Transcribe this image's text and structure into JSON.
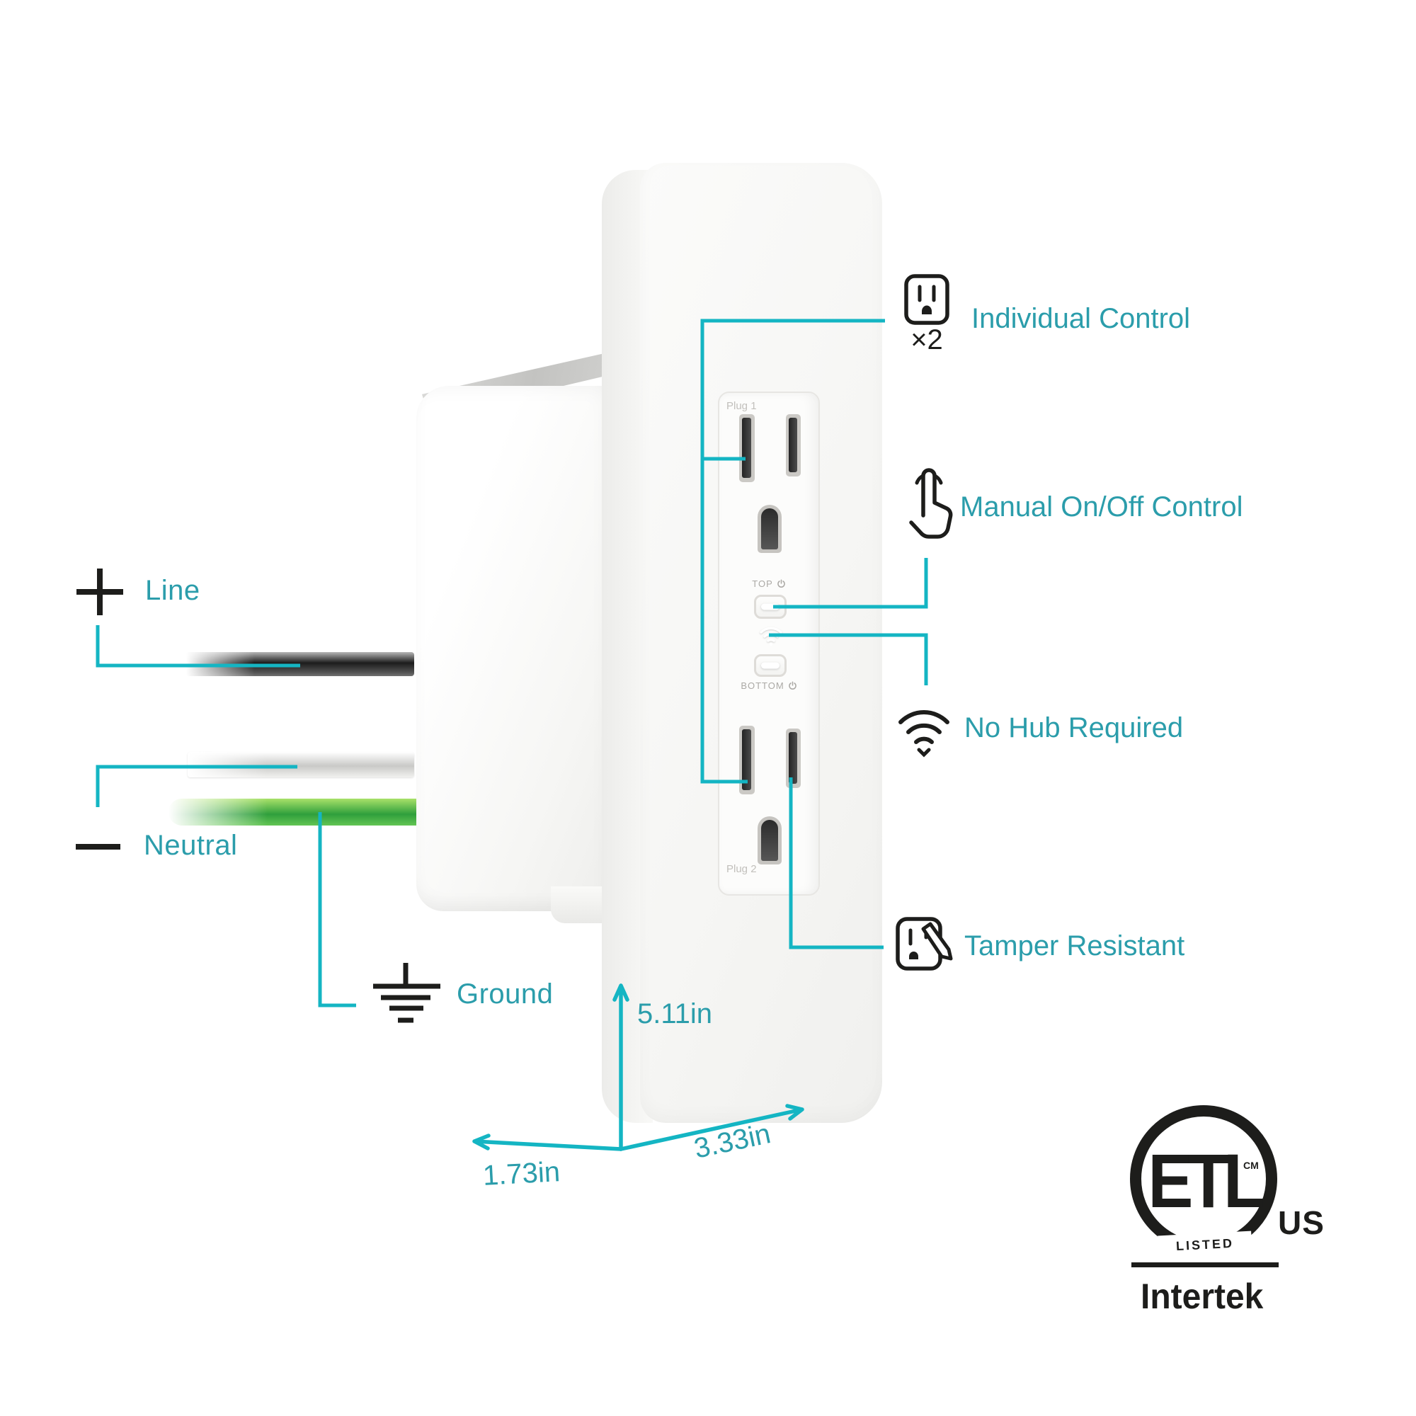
{
  "colors": {
    "teal_line": "#14B5C3",
    "teal_text": "#2B9DAB",
    "ink": "#1D1D1B",
    "ground_wire_green": "#2F9F3C"
  },
  "wiring": {
    "line": "Line",
    "neutral": "Neutral",
    "ground": "Ground"
  },
  "features": {
    "individual": {
      "label": "Individual Control",
      "multiplier": "×2",
      "icon": "outlet-icon"
    },
    "manual": {
      "label": "Manual On/Off Control",
      "icon": "tap-finger-icon"
    },
    "nohub": {
      "label": "No Hub Required",
      "icon": "wifi-icon"
    },
    "tamper": {
      "label": "Tamper Resistant",
      "icon": "tamper-outlet-icon"
    }
  },
  "device": {
    "plug1": "Plug 1",
    "plug2": "Plug 2",
    "top": "TOP",
    "bottom": "BOTTOM"
  },
  "dims": {
    "height": "5.11in",
    "depth": "1.73in",
    "width": "3.33in"
  },
  "cert": {
    "etl": "ETL",
    "cm": "CM",
    "listed": "LISTED",
    "us": "US",
    "intertek": "Intertek"
  }
}
